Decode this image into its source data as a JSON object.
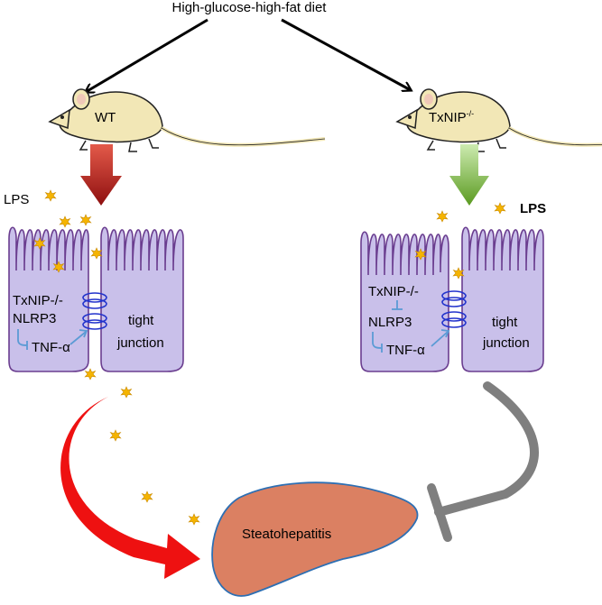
{
  "diet": {
    "label": "High-glucose-high-fat  diet"
  },
  "left": {
    "mouse_label": "WT",
    "lps_label": "LPS",
    "cell_text": {
      "line1": "TxNIP-/-",
      "line2": "NLRP3",
      "line3": "TNF-α"
    },
    "junction_text": {
      "line1": "tight",
      "line2": "junction"
    }
  },
  "right": {
    "mouse_label": "TxNIP",
    "mouse_label_sup": "-/-",
    "lps_label": "LPS",
    "cell_text": {
      "line1": "TxNIP-/-",
      "line2": "NLRP3",
      "line3": "TNF-α"
    },
    "junction_text": {
      "line1": "tight",
      "line2": "junction"
    }
  },
  "liver": {
    "label": "Steatohepatitis"
  },
  "colors": {
    "cell_fill": "#c9c0ea",
    "cell_stroke": "#6a3d8f",
    "mouse_fill": "#f2e7b6",
    "liver_fill": "#db8062",
    "liver_stroke": "#2d6fb3",
    "lps": "#f5b400",
    "red_arrow": "#b01818",
    "green_arrow": "#6aab2a",
    "curve_red": "#ee1111",
    "inhibit_gray": "#7f7f7f",
    "junction_blue": "#2233cc",
    "signal_blue": "#5b9bd5"
  }
}
